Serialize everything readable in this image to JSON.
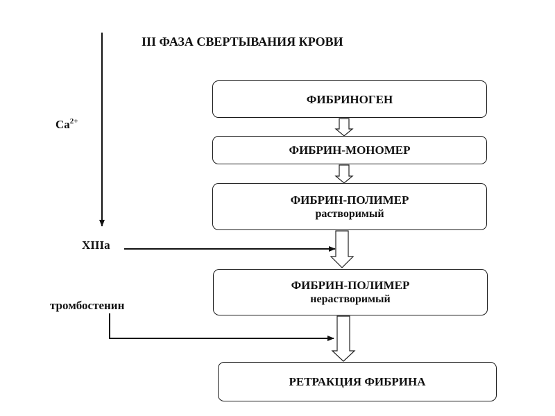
{
  "diagram": {
    "title": "III ФАЗА СВЕРТЫВАНИЯ КРОВИ",
    "factors": {
      "calcium": {
        "base": "Ca",
        "charge": "2+"
      },
      "xiiia": "XIIIa",
      "thrombostenin": "тромбостенин"
    },
    "boxes": [
      {
        "title": "ФИБРИНОГЕН",
        "subtitle": ""
      },
      {
        "title": "ФИБРИН-МОНОМЕР",
        "subtitle": ""
      },
      {
        "title": "ФИБРИН-ПОЛИМЕР",
        "subtitle": "растворимый"
      },
      {
        "title": "ФИБРИН-ПОЛИМЕР",
        "subtitle": "нерастворимый"
      },
      {
        "title": "РЕТРАКЦИЯ ФИБРИНА",
        "subtitle": ""
      }
    ]
  }
}
